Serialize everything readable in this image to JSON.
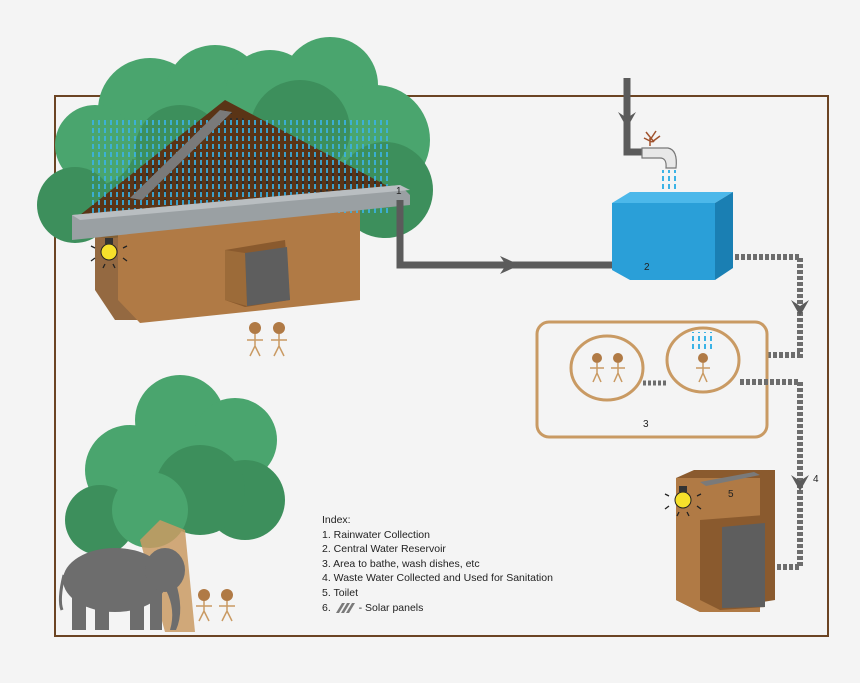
{
  "labels": {
    "rain_collection": "1",
    "reservoir": "2",
    "bath_area": "3",
    "waste_water": "4",
    "toilet": "5"
  },
  "index": {
    "title": "Index:",
    "items": [
      "1. Rainwater Collection",
      "2. Central Water Reservoir",
      "3. Area to bathe, wash dishes, etc",
      "4. Waste Water Collected and Used for Sanitation",
      "5. Toilet"
    ],
    "solar_prefix": "6.",
    "solar_label": "- Solar panels"
  },
  "colors": {
    "frame": "#6b4423",
    "tree": "#4aa56e",
    "tree_shade": "#3d8f5c",
    "wall": "#b07a45",
    "wall_dark": "#8a5a2e",
    "roof": "#5a3416",
    "gutter": "#9aa0a3",
    "pipe": "#5b5b5b",
    "tank": "#2a9fd8",
    "tank_dark": "#1a7fb3",
    "rain": "#3bb3e6",
    "bulb": "#f7e12b",
    "elephant": "#6d6d6d"
  }
}
